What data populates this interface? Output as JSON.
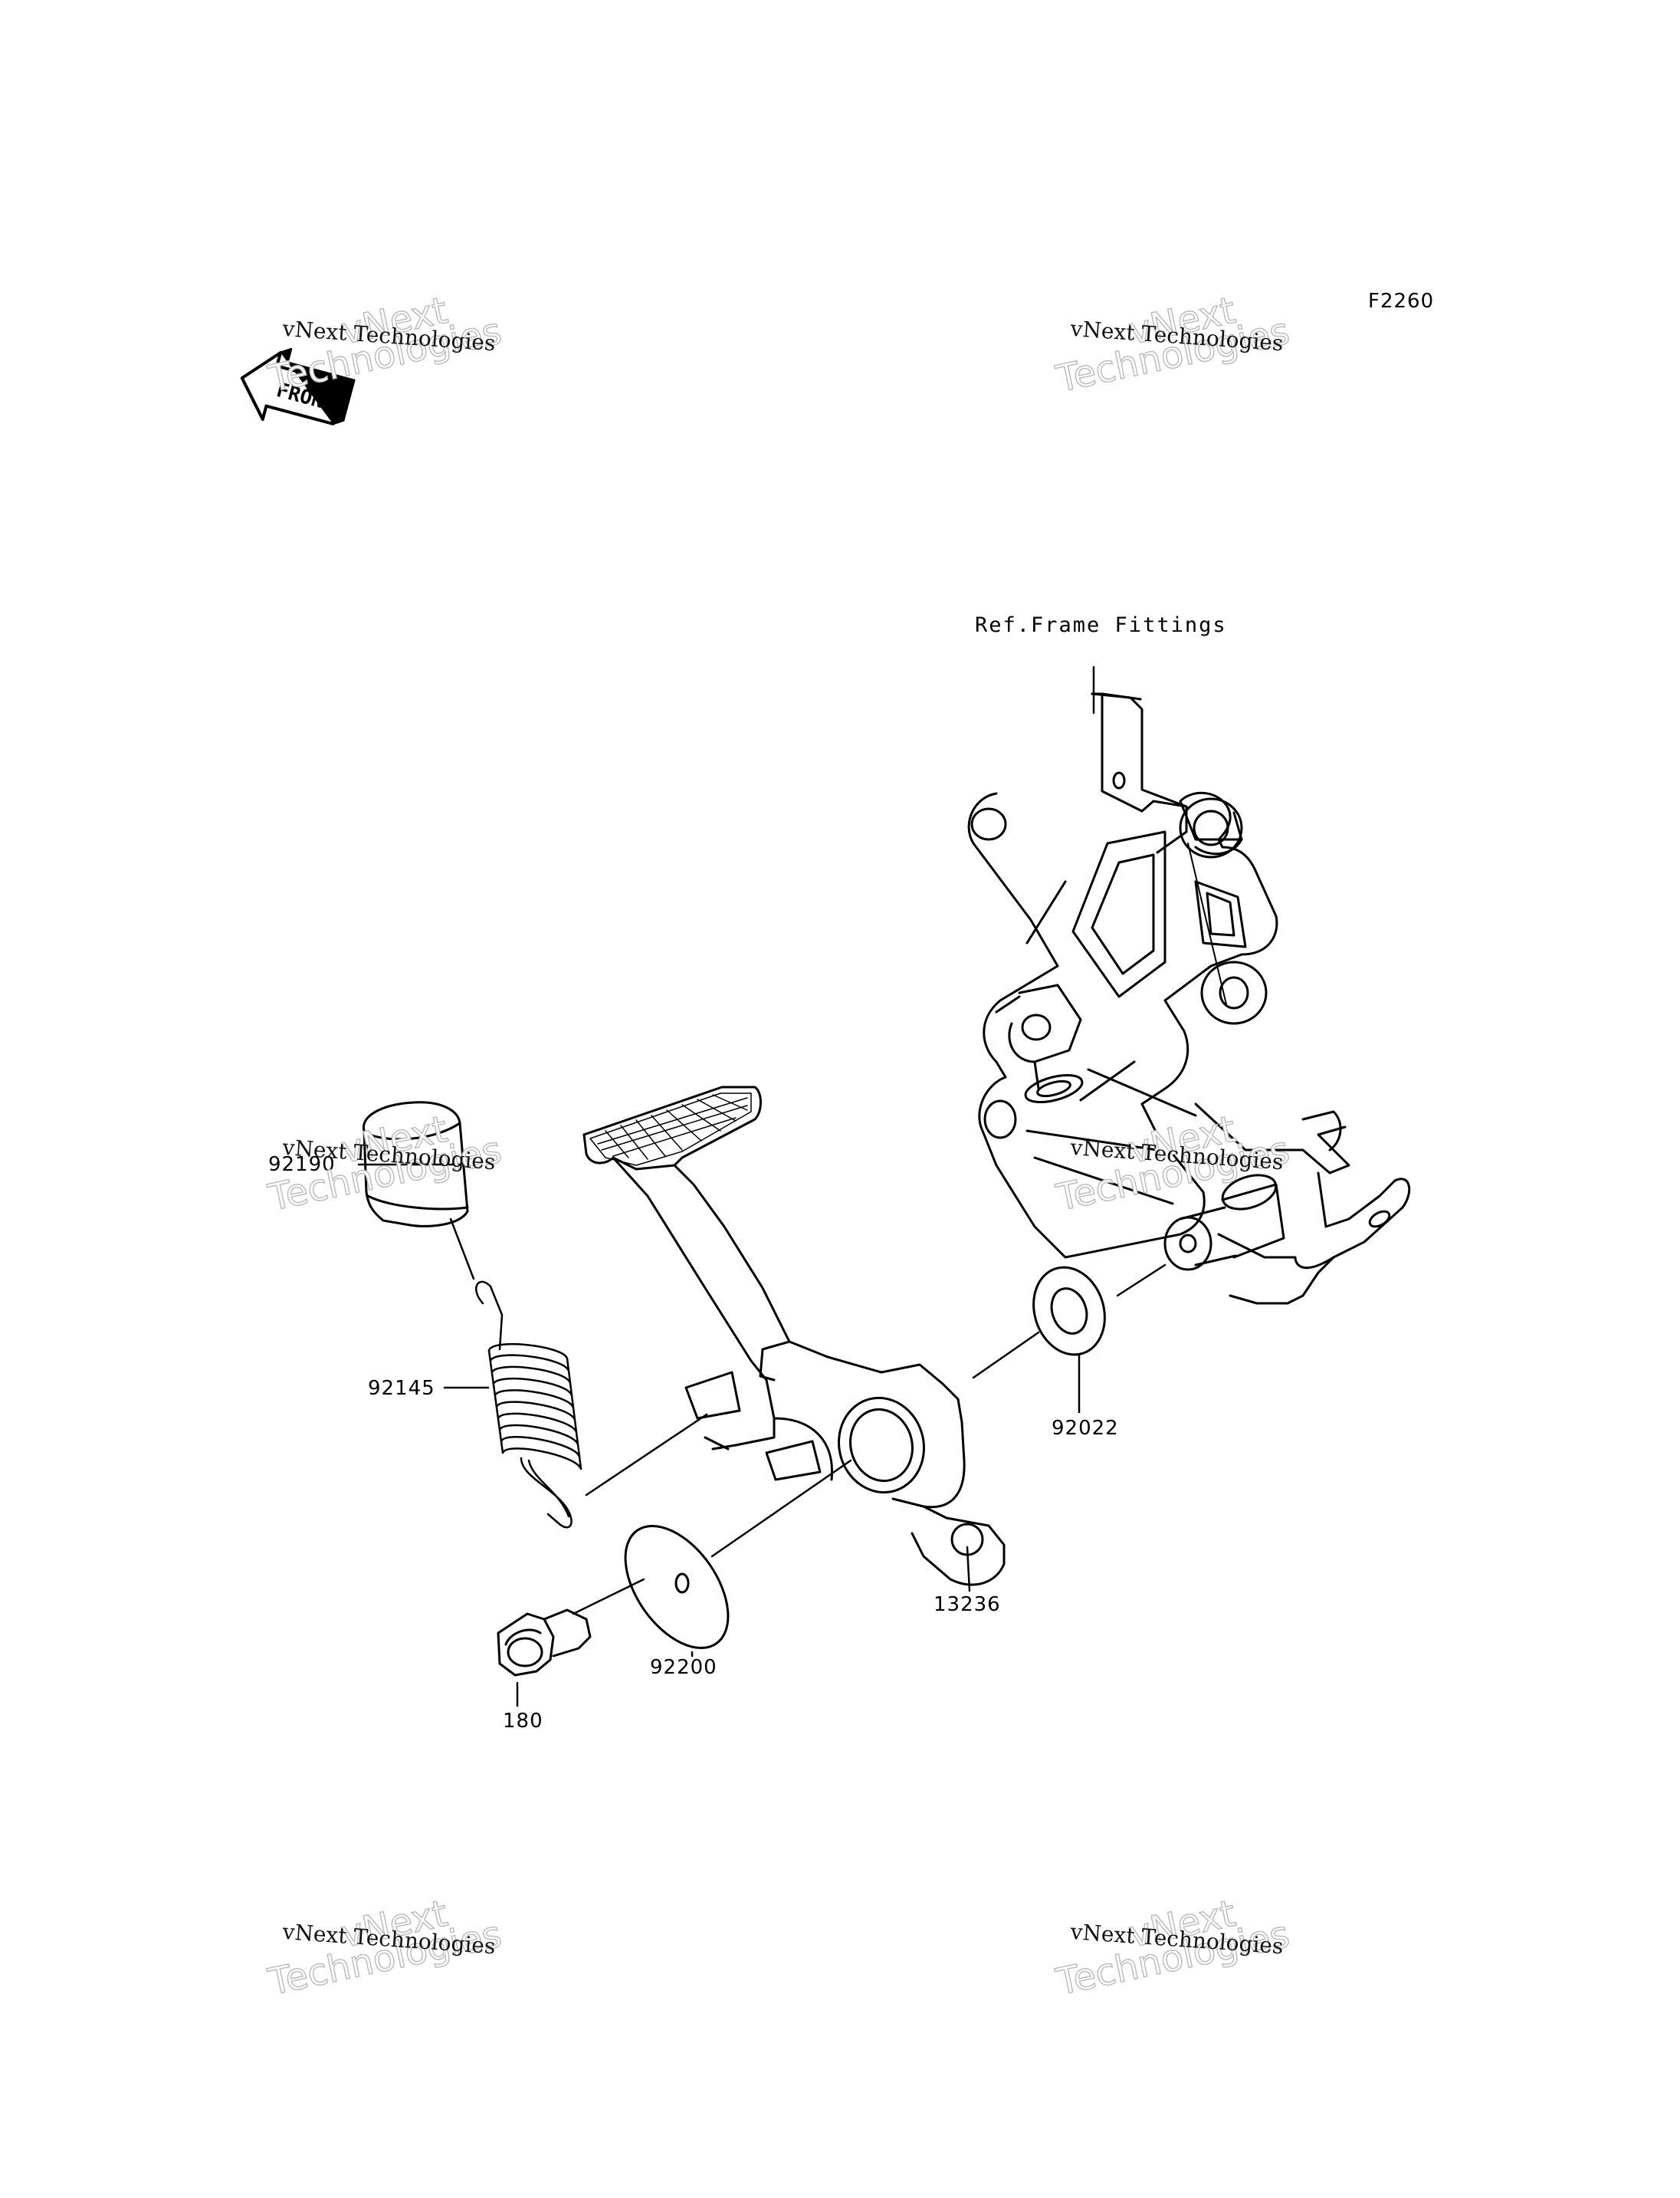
{
  "diagram_code": "F2260",
  "ref_label": "Ref.Frame Fittings",
  "front_label": "FRONT",
  "parts": [
    {
      "number": "92190"
    },
    {
      "number": "92145"
    },
    {
      "number": "92022"
    },
    {
      "number": "13236"
    },
    {
      "number": "92200"
    },
    {
      "number": "180"
    }
  ],
  "watermark": {
    "line_small": "vNext Technologies",
    "line_big_1": "vNext",
    "line_big_2": "Technologies"
  },
  "colors": {
    "ink": "#000000",
    "watermark_outline": "#bdbdbd"
  }
}
